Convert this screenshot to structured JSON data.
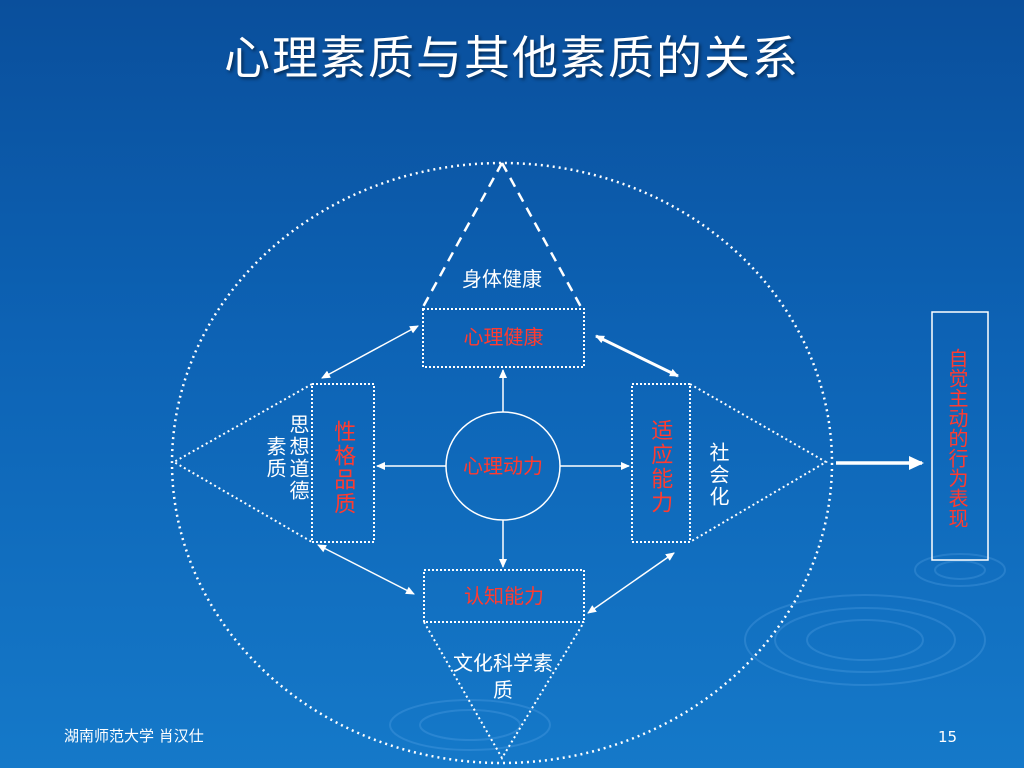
{
  "title": "心理素质与其他素质的关系",
  "nodes": {
    "physical": "身体健康",
    "mental_health": "心理健康",
    "psych_drive": "心理动力",
    "character": "性格品质",
    "ideology": "思想道德素质",
    "adaptability": "适应能力",
    "socialization": "社会化",
    "cognition": "认知能力",
    "culture_science": "文化科学素质",
    "outcome": "自觉主动的行为表现"
  },
  "footer": {
    "author": "湖南师范大学  肖汉仕",
    "page": "15"
  },
  "colors": {
    "background": "#0d63b5",
    "accent_text": "#ff3b30",
    "line": "#ffffff"
  }
}
